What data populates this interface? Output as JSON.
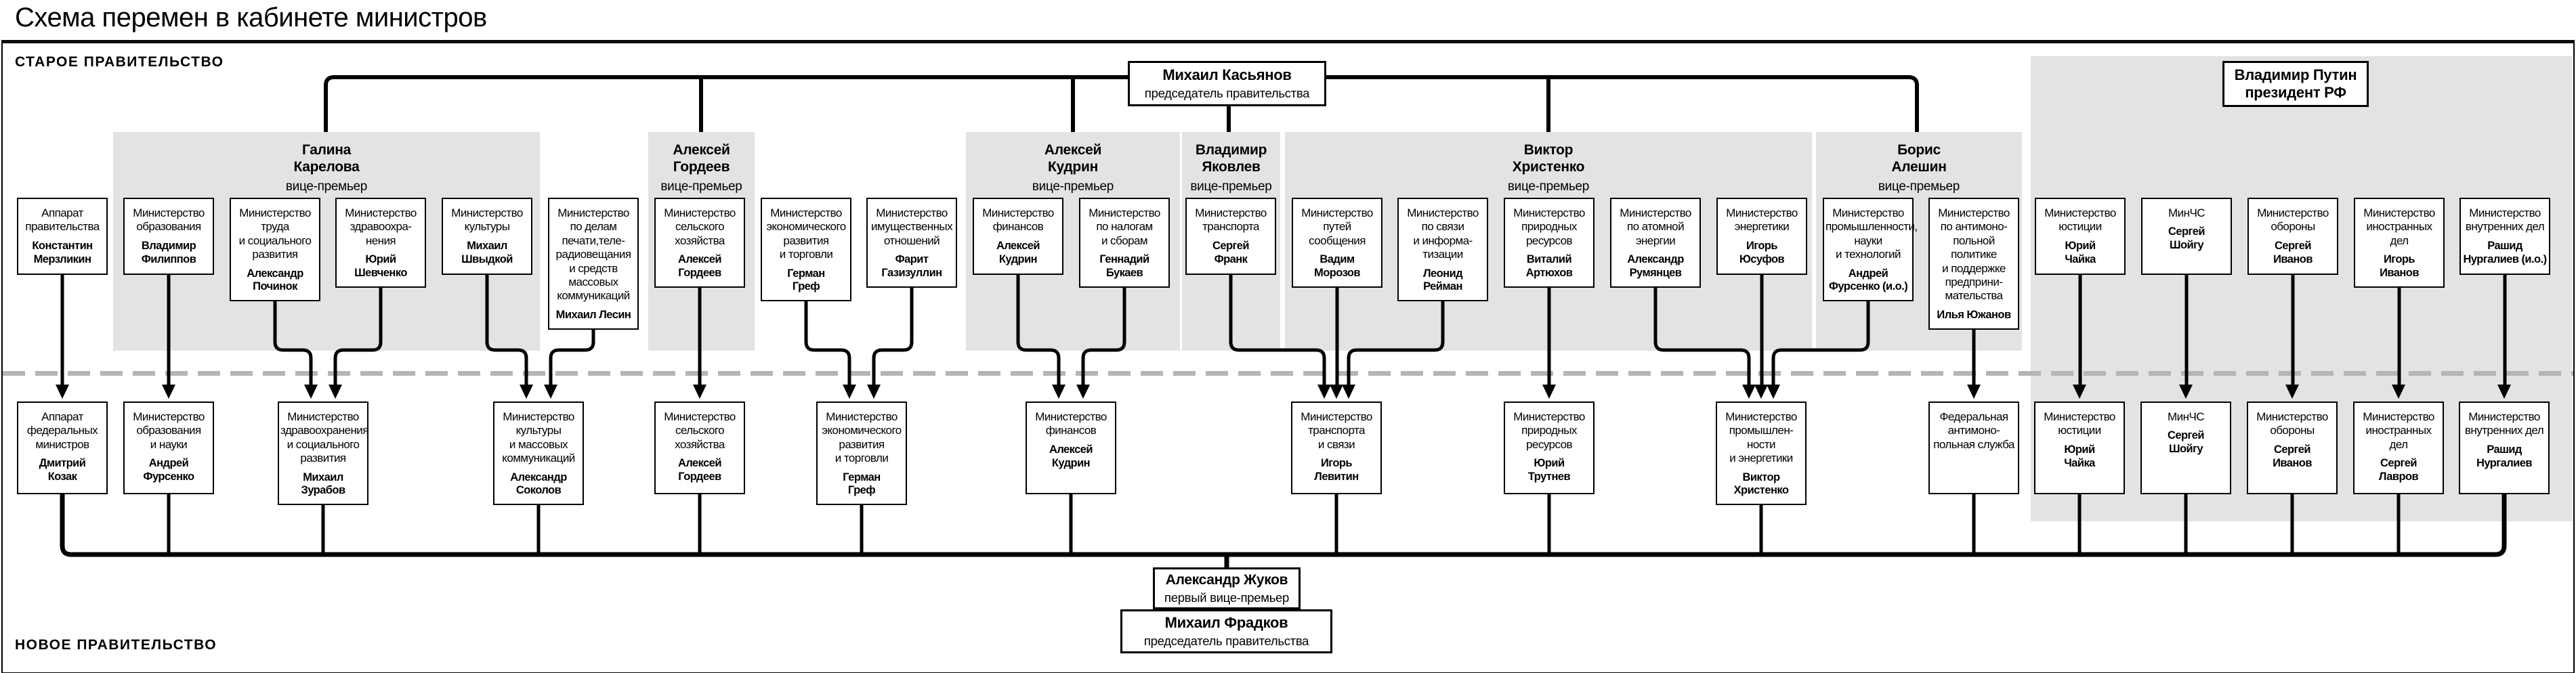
{
  "title": "Схема перемен в кабинете министров",
  "sections": {
    "old_label": "СТАРОЕ ПРАВИТЕЛЬСТВО",
    "new_label": "НОВОЕ ПРАВИТЕЛЬСТВО"
  },
  "colors": {
    "panel_gray": "#e3e3e3",
    "dashed_divider_gray": "#b5b5b5",
    "line_black": "#000000",
    "box_bg": "#ffffff"
  },
  "old_government": {
    "premier": {
      "name": "Михаил Касьянов",
      "role": "председатель правительства"
    },
    "president": {
      "name": "Владимир Путин",
      "role": "президент РФ"
    },
    "vice_premiers": [
      {
        "name": "Галина\nКарелова",
        "role": "вице-премьер"
      },
      {
        "name": "Алексей\nГордеев",
        "role": "вице-премьер"
      },
      {
        "name": "Алексей\nКудрин",
        "role": "вице-премьер"
      },
      {
        "name": "Владимир\nЯковлев",
        "role": "вице-премьер"
      },
      {
        "name": "Виктор\nХристенко",
        "role": "вице-премьер"
      },
      {
        "name": "Борис\nАлешин",
        "role": "вице-премьер"
      }
    ],
    "boxes": [
      {
        "ministry": "Аппарат\nправительства",
        "minister": "Константин\nМерзликин"
      },
      {
        "ministry": "Министерство\nобразования",
        "minister": "Владимир\nФилиппов"
      },
      {
        "ministry": "Министерство\nтруда\nи социального\nразвития",
        "minister": "Александр\nПочинок"
      },
      {
        "ministry": "Министерство\nздравоохра-\nнения",
        "minister": "Юрий\nШевченко"
      },
      {
        "ministry": "Министерство\nкультуры",
        "minister": "Михаил\nШвыдкой"
      },
      {
        "ministry": "Министерство\nпо делам\nпечати,теле-\nрадиовещания\nи средств\nмассовых\nкоммуникаций",
        "minister": "Михаил Лесин"
      },
      {
        "ministry": "Министерство\nсельского\nхозяйства",
        "minister": "Алексей\nГордеев"
      },
      {
        "ministry": "Министерство\nэкономического\nразвития\nи торговли",
        "minister": "Герман\nГреф"
      },
      {
        "ministry": "Министерство\nимущественных\nотношений",
        "minister": "Фарит\nГазизуллин"
      },
      {
        "ministry": "Министерство\nфинансов",
        "minister": "Алексей\nКудрин"
      },
      {
        "ministry": "Министерство\nпо налогам\nи сборам",
        "minister": "Геннадий\nБукаев"
      },
      {
        "ministry": "Министерство\nтранспорта",
        "minister": "Сергей\nФранк"
      },
      {
        "ministry": "Министерство\nпутей сообщения",
        "minister": "Вадим\nМорозов"
      },
      {
        "ministry": "Министерство\nпо связи\nи информа-\nтизации",
        "minister": "Леонид\nРейман"
      },
      {
        "ministry": "Министерство\nприродных\nресурсов",
        "minister": "Виталий\nАртюхов"
      },
      {
        "ministry": "Министерство\nпо атомной\nэнергии",
        "minister": "Александр\nРумянцев"
      },
      {
        "ministry": "Министерство\nэнергетики",
        "minister": "Игорь\nЮсуфов"
      },
      {
        "ministry": "Министерство\nпромышленности,\nнауки\nи технологий",
        "minister": "Андрей\nФурсенко (и.о.)"
      },
      {
        "ministry": "Министерство\nпо антимоно-\nпольной\nполитике\nи поддержке\nпредприни-\nмательства",
        "minister": "Илья Южанов"
      },
      {
        "ministry": "Министерство\nюстиции",
        "minister": "Юрий\nЧайка"
      },
      {
        "ministry": "МинЧС",
        "minister": "Сергей\nШойгу"
      },
      {
        "ministry": "Министерство\nобороны",
        "minister": "Сергей\nИванов"
      },
      {
        "ministry": "Министерство\nиностранных дел",
        "minister": "Игорь\nИванов"
      },
      {
        "ministry": "Министерство\nвнутренних дел",
        "minister": "Рашид\nНургалиев (и.о.)"
      }
    ]
  },
  "new_government": {
    "premier": {
      "name": "Михаил Фрадков",
      "role": "председатель правительства"
    },
    "first_vice_premier": {
      "name": "Александр Жуков",
      "role": "первый вице-премьер"
    },
    "boxes": [
      {
        "ministry": "Аппарат\nфедеральных\nминистров",
        "minister": "Дмитрий\nКозак",
        "arrow_from": [
          0
        ]
      },
      {
        "ministry": "Министерство\nобразования\nи науки",
        "minister": "Андрей\nФурсенко",
        "arrow_from": [
          1
        ]
      },
      {
        "ministry": "Министерство\nздравоохранения\nи социального\nразвития",
        "minister": "Михаил\nЗурабов",
        "arrow_from": [
          2,
          3
        ]
      },
      {
        "ministry": "Министерство\nкультуры\nи массовых\nкоммуникаций",
        "minister": "Александр\nСоколов",
        "arrow_from": [
          4,
          5
        ]
      },
      {
        "ministry": "Министерство\nсельского\nхозяйства",
        "minister": "Алексей\nГордеев",
        "arrow_from": [
          6
        ]
      },
      {
        "ministry": "Министерство\nэкономического\nразвития\nи торговли",
        "minister": "Герман\nГреф",
        "arrow_from": [
          7,
          8
        ]
      },
      {
        "ministry": "Министерство\nфинансов",
        "minister": "Алексей\nКудрин",
        "arrow_from": [
          9,
          10
        ]
      },
      {
        "ministry": "Министерство\nтранспорта\nи связи",
        "minister": "Игорь\nЛевитин",
        "arrow_from": [
          11,
          12,
          13
        ]
      },
      {
        "ministry": "Министерство\nприродных\nресурсов",
        "minister": "Юрий\nТрутнев",
        "arrow_from": [
          14
        ]
      },
      {
        "ministry": "Министерство\nпромышлен-\nности\nи энергетики",
        "minister": "Виктор\nХристенко",
        "arrow_from": [
          15,
          16,
          17
        ]
      },
      {
        "ministry": "Федеральная\nантимоно-\nпольная служба",
        "minister": "",
        "arrow_from": [
          18
        ]
      },
      {
        "ministry": "Министерство\nюстиции",
        "minister": "Юрий\nЧайка",
        "arrow_from": [
          19
        ]
      },
      {
        "ministry": "МинЧС",
        "minister": "Сергей\nШойгу",
        "arrow_from": [
          20
        ]
      },
      {
        "ministry": "Министерство\nобороны",
        "minister": "Сергей\nИванов",
        "arrow_from": [
          21
        ]
      },
      {
        "ministry": "Министерство\nиностранных дел",
        "minister": "Сергей\nЛавров",
        "arrow_from": [
          22
        ]
      },
      {
        "ministry": "Министерство\nвнутренних дел",
        "minister": "Рашид\nНургалиев",
        "arrow_from": [
          23
        ]
      }
    ]
  }
}
